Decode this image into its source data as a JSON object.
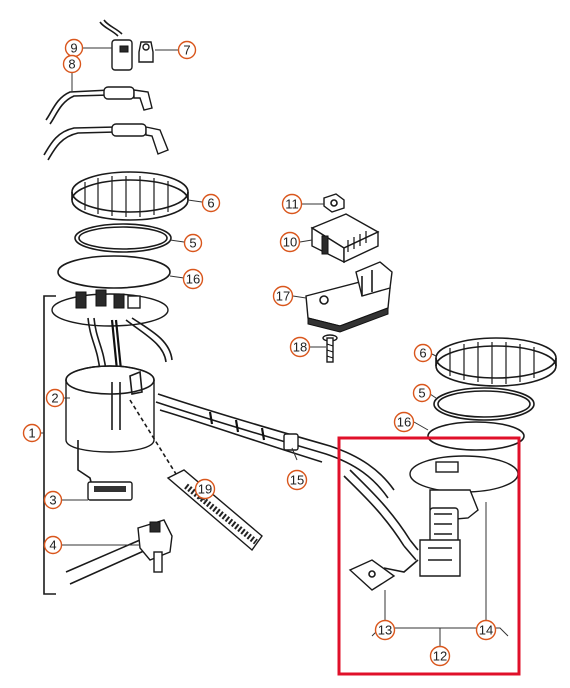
{
  "callouts": {
    "c1": "1",
    "c2": "2",
    "c3": "3",
    "c4": "4",
    "c5a": "5",
    "c5b": "5",
    "c6a": "6",
    "c6b": "6",
    "c7": "7",
    "c8": "8",
    "c9": "9",
    "c10": "10",
    "c11": "11",
    "c12": "12",
    "c13": "13",
    "c14": "14",
    "c15": "15",
    "c16a": "16",
    "c16b": "16",
    "c17": "17",
    "c18": "18",
    "c19": "19"
  },
  "colors": {
    "callout_ring": "#d9561c",
    "highlight_box": "#e0102a",
    "line_art": "#1a1a1a"
  }
}
